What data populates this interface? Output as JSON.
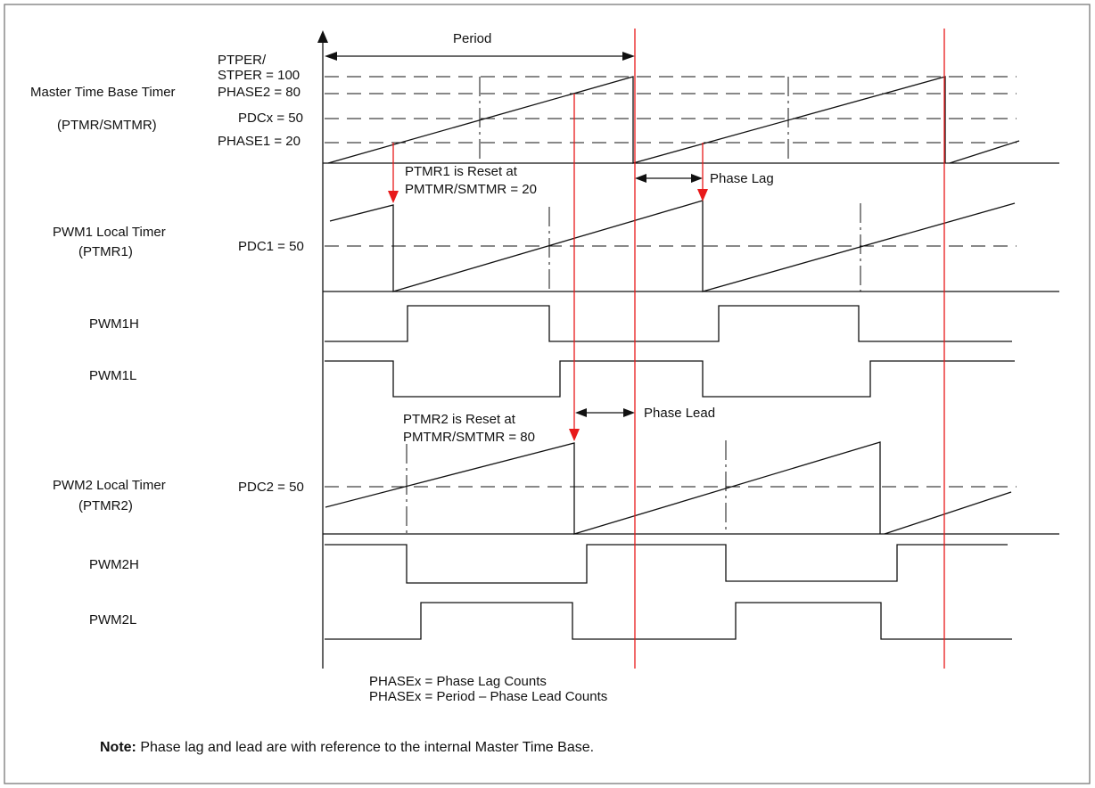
{
  "labels": {
    "period": "Period",
    "ptper_line1": "PTPER/",
    "ptper_line2": "STPER = 100",
    "phase2": "PHASE2 = 80",
    "pdcx": "PDCx = 50",
    "phase1": "PHASE1 = 20",
    "master_line1": "Master Time Base Timer",
    "master_line2": "(PTMR/SMTMR)",
    "ptmr1_reset_line1": "PTMR1 is Reset at",
    "ptmr1_reset_line2": "PMTMR/SMTMR = 20",
    "phase_lag": "Phase Lag",
    "pwm1_timer_line1": "PWM1 Local Timer",
    "pwm1_timer_line2": "(PTMR1)",
    "pdc1": "PDC1 = 50",
    "pwm1h": "PWM1H",
    "pwm1l": "PWM1L",
    "ptmr2_reset_line1": "PTMR2 is Reset at",
    "ptmr2_reset_line2": "PMTMR/SMTMR = 80",
    "phase_lead": "Phase Lead",
    "pwm2_timer_line1": "PWM2 Local Timer",
    "pwm2_timer_line2": "(PTMR2)",
    "pdc2": "PDC2 = 50",
    "pwm2h": "PWM2H",
    "pwm2l": "PWM2L",
    "formula1": "PHASEx = Phase Lag Counts",
    "formula2": "PHASEx = Period – Phase Lead Counts",
    "note_bold": "Note:",
    "note_text": " Phase lag and lead are with reference to the internal Master Time Base."
  },
  "colors": {
    "line": "#111111",
    "reference": "#e8191a",
    "border": "#7a7a7a",
    "background": "#ffffff"
  }
}
